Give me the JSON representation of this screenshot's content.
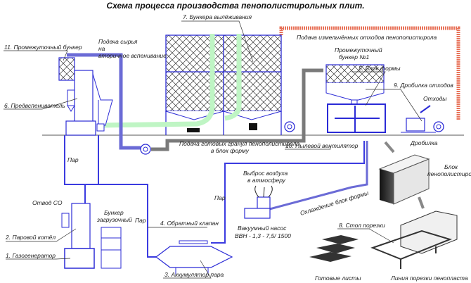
{
  "title": "Схема процесса производства пенополистирольных плит.",
  "colors": {
    "equipment": "#2b2bd6",
    "raw_feed_pipe": "#6b6bd6",
    "pellet_pipe": "#7a7a7a",
    "green_pipe": "#bff5c4",
    "waste_pipe": "#e8735a",
    "steam_line": "#3b3be0"
  },
  "labels": {
    "l1": "1. Газогенератор",
    "l2": "2. Паровой котёл",
    "l3": "3. Аккумулятор пара",
    "l4": "4. Обратный клапан",
    "l5": "5. Блок формы",
    "l6": "6. Предвспениватель",
    "l7": "7. Бункера вылёживания",
    "l8": "8. Стол порезки",
    "l9": "9. Дробилка отходов",
    "l10": "10. Пылевой вентилятор",
    "l11": "11. Промежуточный бункер"
  },
  "annotations": {
    "raw_feed_1": "Подача сырья",
    "raw_feed_2": "на",
    "raw_feed_3": "вторичное вспенивание",
    "waste_feed": "Подача измельчённых отходов пенополистирола",
    "mid_bunker_1": "Промежуточный",
    "mid_bunker_2": "бункер №1",
    "waste": "Отходы",
    "crusher": "Дробилка",
    "pellet_feed_1": "Подача готовых гранул пенополистирола",
    "pellet_feed_2": "в блок форму",
    "steam_1": "Пар",
    "steam_2": "Пар",
    "steam_3": "Пар",
    "co_outlet": "Отвод CO",
    "loading_bunker_1": "Бункер",
    "loading_bunker_2": "загрузочный",
    "air_release_1": "Выброс воздуха",
    "air_release_2": "в атмосферу",
    "vacuum_pump_1": "Вакуумный насос",
    "vacuum_pump_2": "ВВН - 1,3 - 7,5/ 1500",
    "cooling": "Охлаждение блок формы",
    "block_1": "Блок",
    "block_2": "пенополистирола",
    "finished_sheets": "Готовые листы",
    "cutting_line": "Линия порезки пенопласта"
  }
}
